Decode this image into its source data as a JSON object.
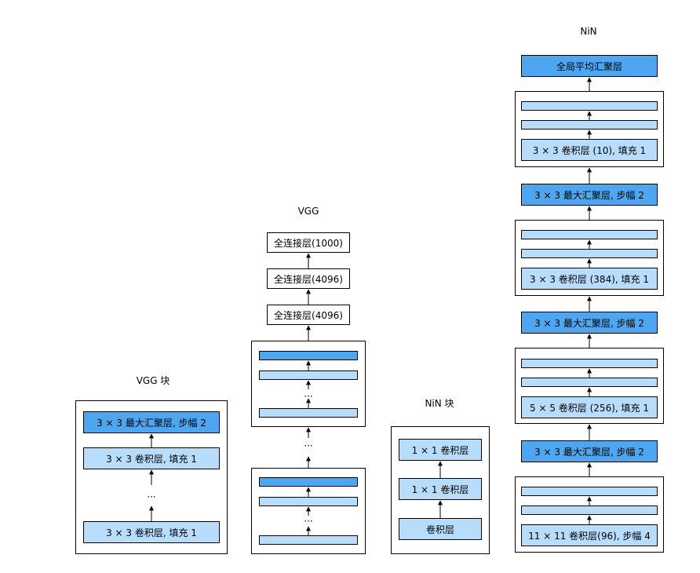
{
  "vgg_block": {
    "title": "VGG 块",
    "pool": "3 × 3 最大汇聚层, 步幅 2",
    "conv_top": "3 × 3 卷积层, 填充 1",
    "conv_bottom": "3 × 3 卷积层, 填充 1",
    "ellipsis": "···"
  },
  "vgg": {
    "title": "VGG",
    "fc1": "全连接层(1000)",
    "fc2": "全连接层(4096)",
    "fc3": "全连接层(4096)",
    "ellipsis": "···"
  },
  "nin_block": {
    "title": "NiN 块",
    "conv1x1_top": "1 × 1 卷积层",
    "conv1x1_mid": "1 × 1 卷积层",
    "conv": "卷积层"
  },
  "nin": {
    "title": "NiN",
    "gap": "全局平均汇聚层",
    "block4_conv": "3 × 3 卷积层 (10), 填充 1",
    "pool3": "3 × 3 最大汇聚层, 步幅 2",
    "block3_conv": "3 × 3 卷积层 (384), 填充 1",
    "pool2": "3 × 3 最大汇聚层, 步幅 2",
    "block2_conv": "5 × 5 卷积层 (256), 填充 1",
    "pool1": "3 × 3 最大汇聚层, 步幅 2",
    "block1_conv": "11 × 11 卷积层(96), 步幅 4"
  },
  "colors": {
    "pool": "#4da6ef",
    "conv": "#b8dcfb",
    "fc": "#ffffff",
    "stroke": "#000000"
  }
}
